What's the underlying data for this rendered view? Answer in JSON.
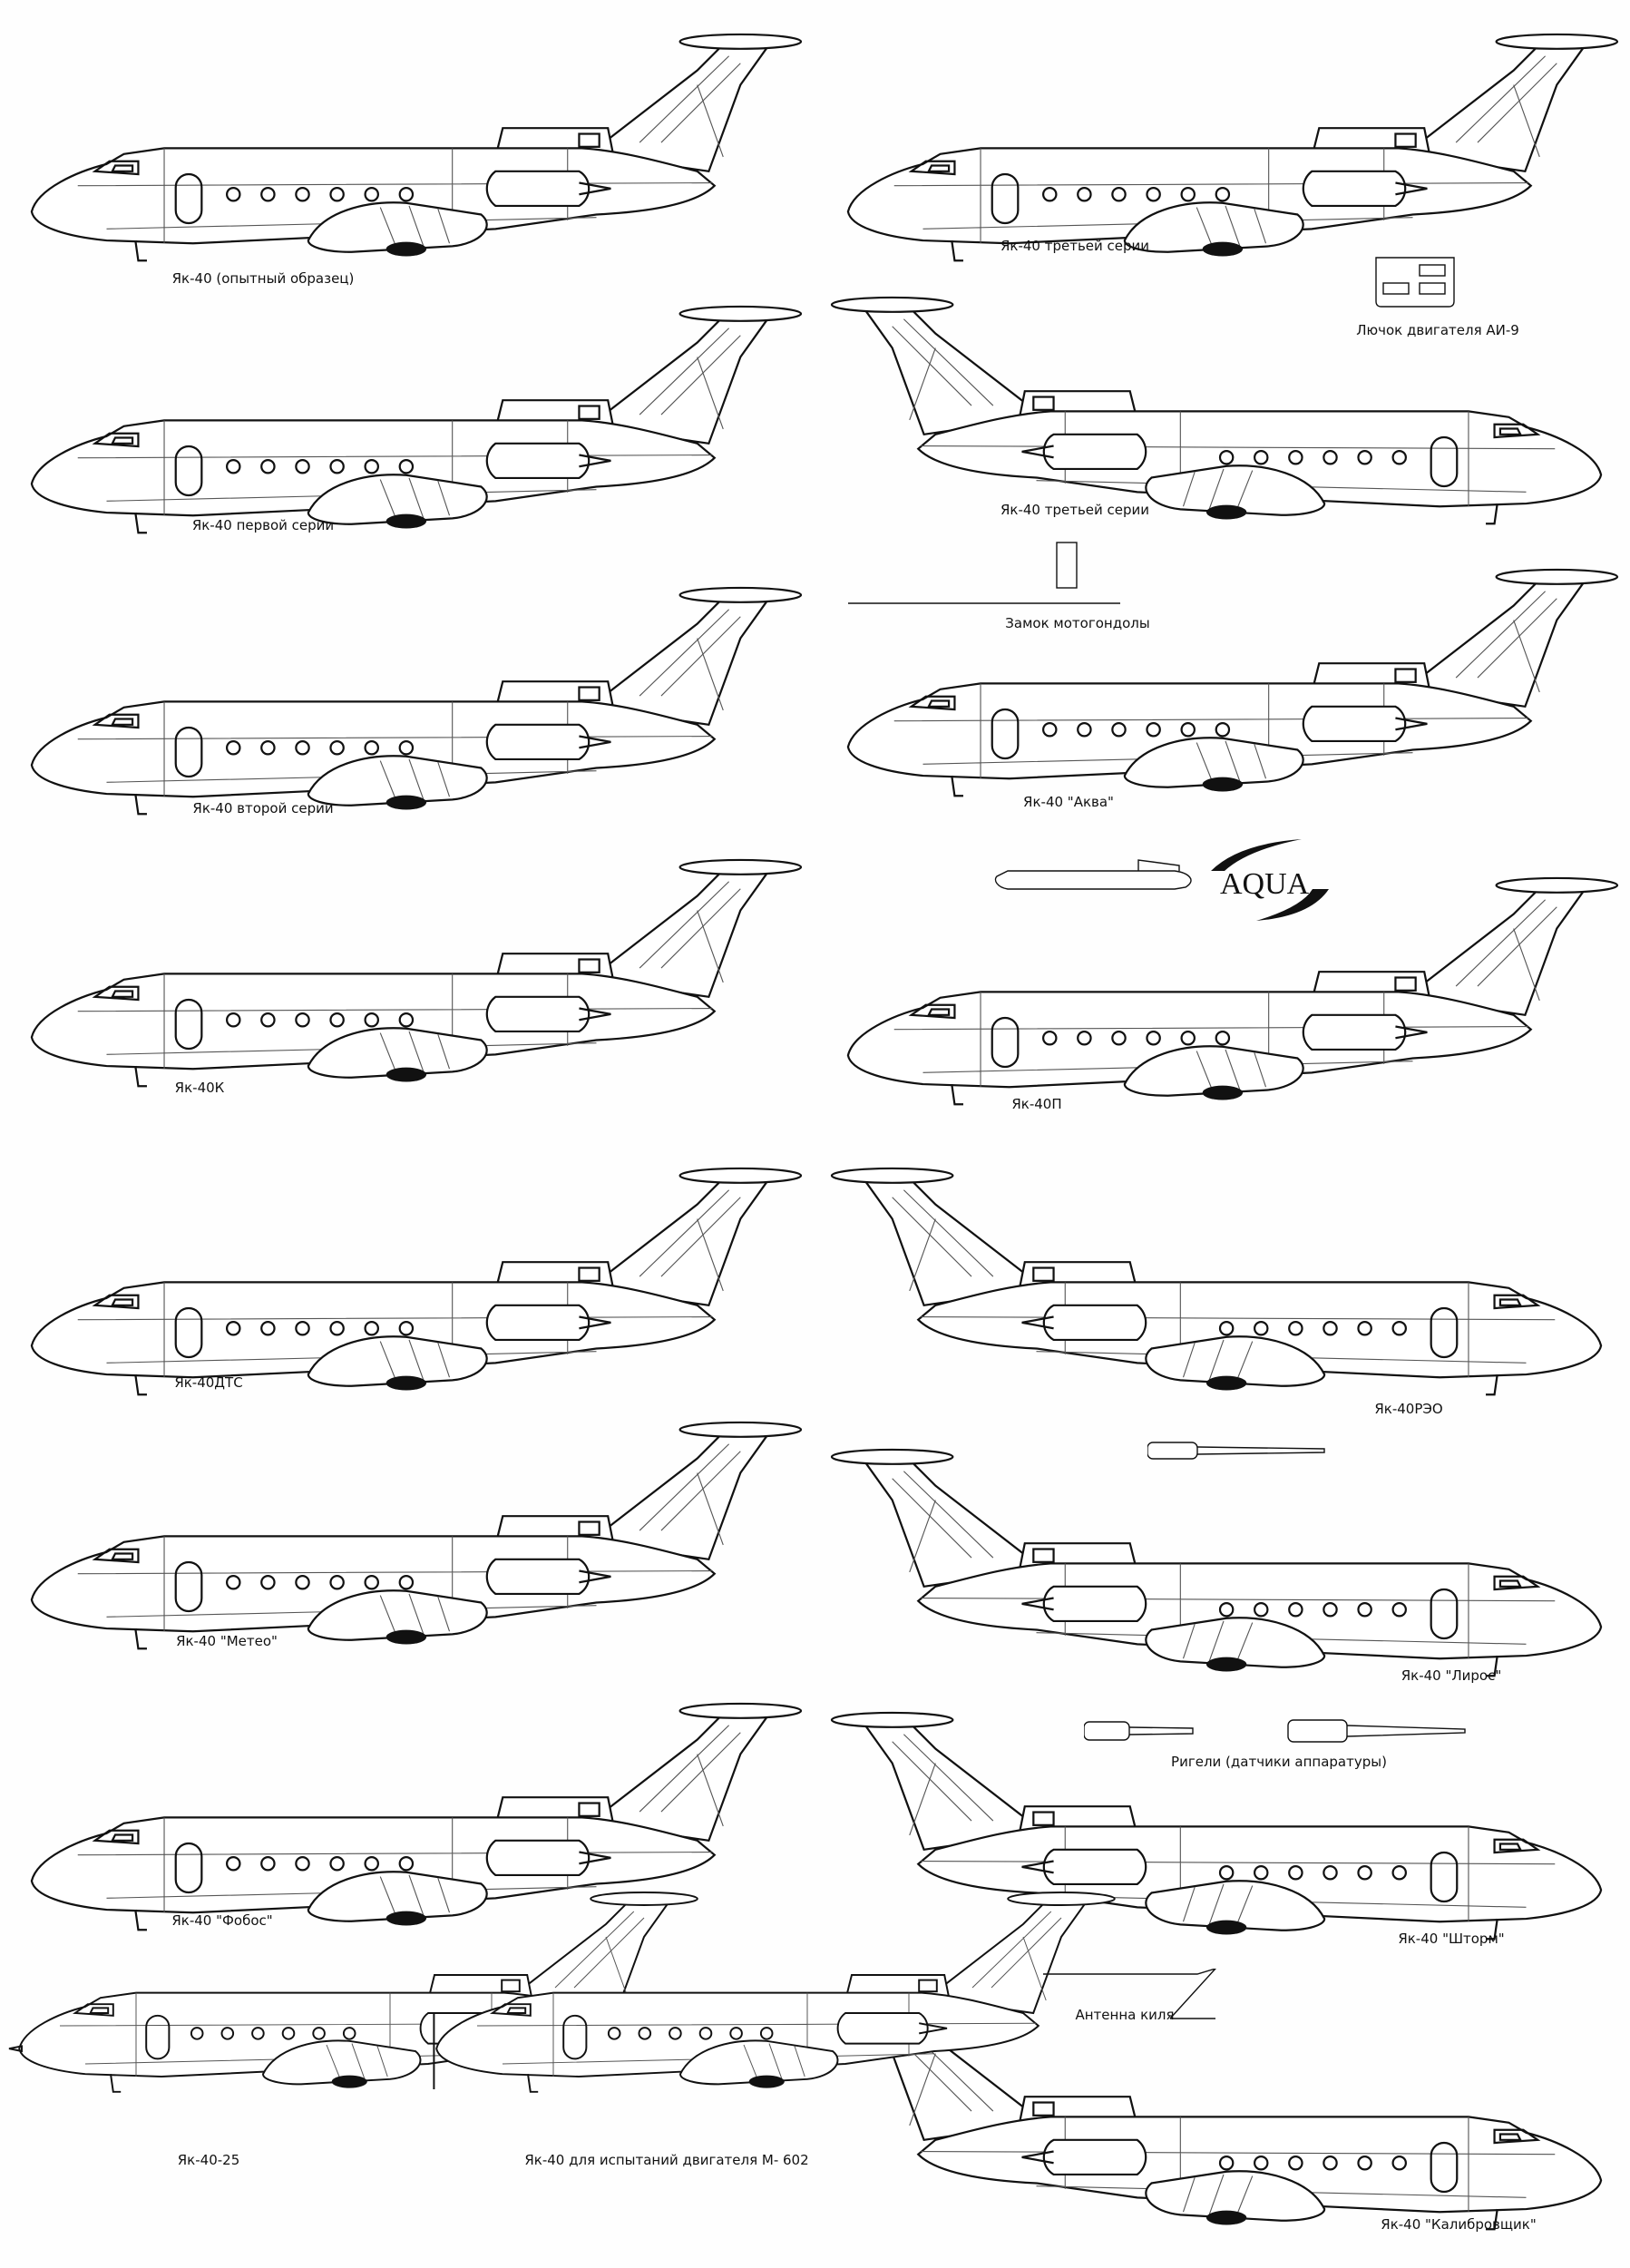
{
  "sheet": {
    "captions": {
      "prototype": "Як-40 (опытный образец)",
      "series1": "Як-40 первой серии",
      "series2": "Як-40 второй серии",
      "yak40k": "Як-40К",
      "yak40dts": "Як-40ДТС",
      "meteo": "Як-40 \"Метео\"",
      "fobos": "Як-40 \"Фобос\"",
      "yak40_25": "Як-40-25",
      "m602": "Як-40 для испытаний двигателя М- 602",
      "series3_a": "Як-40 третьей серии",
      "ai9_hatch": "Лючок двигателя АИ-9",
      "series3_b": "Як-40 третьей серии",
      "nacelle_lock": "Замок мотогондолы",
      "aqua": "Як-40 \"Аква\"",
      "yak40p": "Як-40П",
      "yak40reo": "Як-40РЭО",
      "liros": "Як-40 \"Лирос\"",
      "rigels": "Ригели (датчики аппаратуры)",
      "shtorm": "Як-40 \"Шторм\"",
      "fin_antenna": "Антенна киля",
      "kalibrovshchik": "Як-40 \"Калибровщик\""
    },
    "aqua_logo": "AQUA"
  }
}
